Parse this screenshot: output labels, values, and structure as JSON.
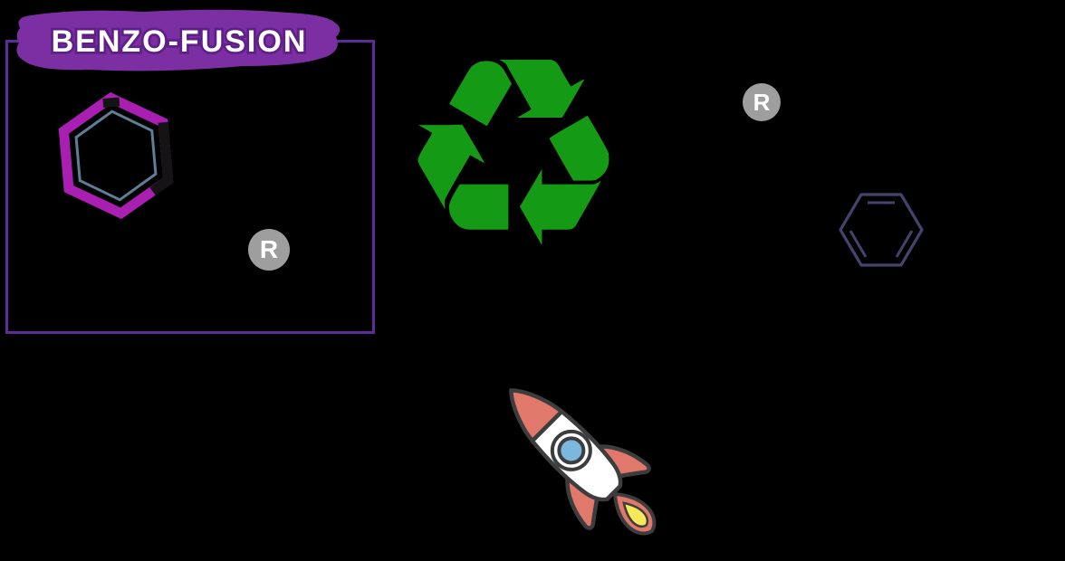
{
  "banner": {
    "title": "BENZO-FUSION"
  },
  "badges": [
    {
      "label": "R"
    },
    {
      "label": "R"
    }
  ],
  "icons": {
    "recycle_glyph": "♻",
    "recycle": "recycle-icon",
    "benzene_3d": "benzene-hexagon-3d-icon",
    "benzene_ring": "benzene-ring-icon",
    "rocket": "rocket-icon"
  },
  "colors": {
    "background": "#000000",
    "banner_purple": "#7B2FA3",
    "banner_text": "#FFFFFF",
    "banner_text_outline": "#5E1F86",
    "frame_border": "#5E2B9B",
    "hexagon_magenta": "#A81FB2",
    "hexagon_inner_line": "#5C7F97",
    "hexagon_shadow": "#141414",
    "recycle_green": "#149A14",
    "badge_gray": "#9E9E9E",
    "badge_text": "#FFFFFF",
    "benzene_stroke": "#45436B",
    "rocket_outline": "#3D3D3D",
    "rocket_body": "#FFFFFF",
    "rocket_accent": "#E0796B",
    "rocket_window": "#7CB7DF",
    "rocket_flame_yellow": "#F5E85A"
  }
}
